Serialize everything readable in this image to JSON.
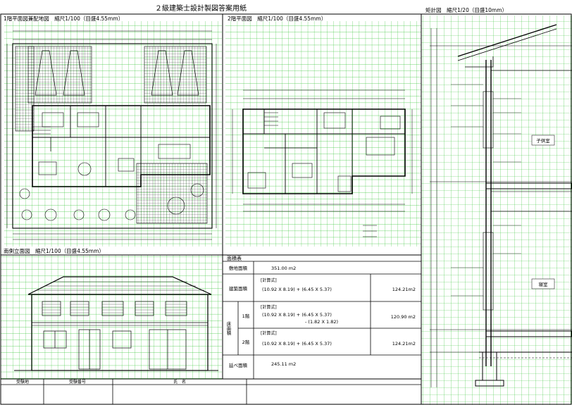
{
  "sheet": {
    "title": "２級建築士設計製図答案用紙"
  },
  "panels": {
    "plan1": {
      "title": "1階平面図兼配地図　縮尺1/100（目盛4.55mm）"
    },
    "plan2": {
      "title": "2階平面図　縮尺1/100（目盛4.55mm）"
    },
    "section": {
      "title": "矩計図　縮尺1/20（目盛10mm）",
      "room_upper": "子供室",
      "room_lower": "寝室"
    },
    "elevation": {
      "title": "南側立面図　縮尺1/100（目盛4.55mm）"
    },
    "area_table": {
      "title": "面積表",
      "site_area_label": "敷地面積",
      "site_area_value": "351.00 m2",
      "building_area_label": "建築面積",
      "calc_label": "[計算式]",
      "building_formula": "(10.92 X 8.19) + (6.45 X 5.37)",
      "building_result": "124.21m2",
      "floor_area_label": "床面積",
      "floor1_label": "1階",
      "floor1_formula_1": "(10.92 X 8.19) + (6.45 X 5.37)",
      "floor1_formula_2": "- (1.82 X 1.82)",
      "floor1_result": "120.90 m2",
      "floor2_label": "2階",
      "floor2_formula": "(10.92 X 8.19) + (6.45 X 5.37)",
      "floor2_result": "124.21m2",
      "total_area_label": "延べ面積",
      "total_area_value": "245.11 m2"
    }
  },
  "footer": {
    "exam_place_label": "受験地",
    "exam_number_label": "受験番号",
    "name_label": "氏　名"
  },
  "colors": {
    "grid": "#39c639",
    "lines": "#000000",
    "background": "#ffffff"
  }
}
